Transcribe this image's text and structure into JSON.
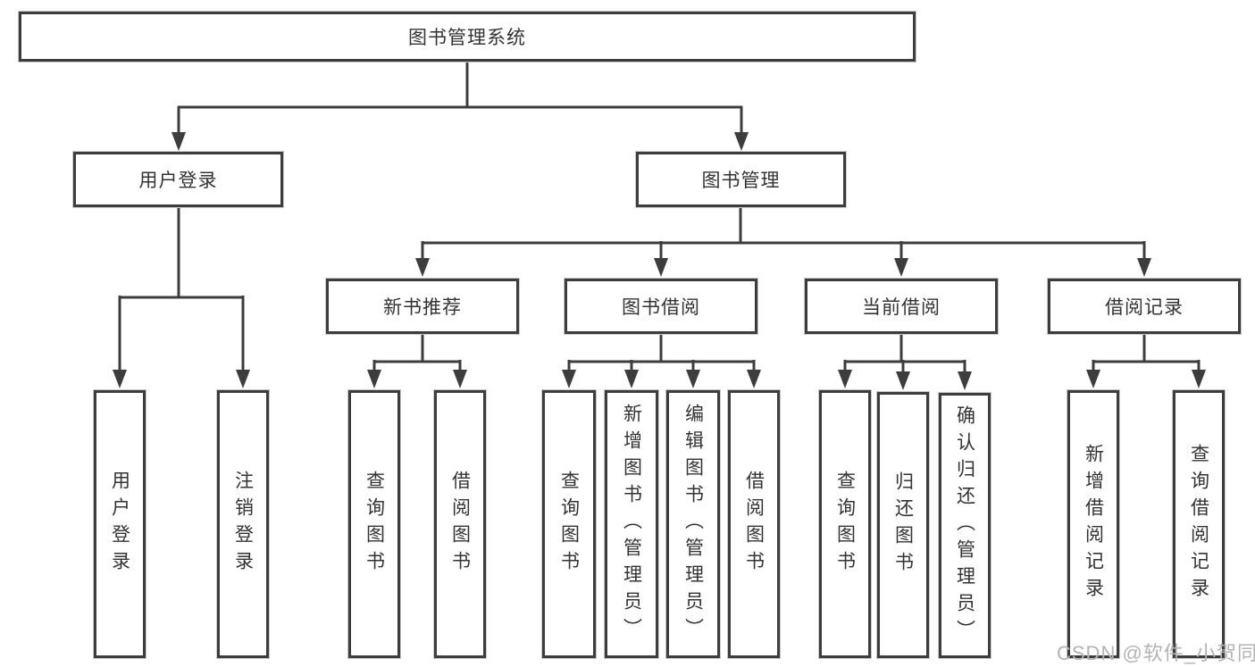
{
  "diagram_title": "图书管理系统",
  "tree": {
    "root": {
      "label": "图书管理系统"
    },
    "branches": [
      {
        "label": "用户登录",
        "children": [
          {
            "label": "用户登录"
          },
          {
            "label": "注销登录"
          }
        ]
      },
      {
        "label": "图书管理",
        "children": [
          {
            "label": "新书推荐",
            "children": [
              {
                "label": "查询图书"
              },
              {
                "label": "借阅图书"
              }
            ]
          },
          {
            "label": "图书借阅",
            "children": [
              {
                "label": "查询图书"
              },
              {
                "label": "新增图书（管理员）"
              },
              {
                "label": "编辑图书（管理员）"
              },
              {
                "label": "借阅图书"
              }
            ]
          },
          {
            "label": "当前借阅",
            "children": [
              {
                "label": "查询图书"
              },
              {
                "label": "归还图书"
              },
              {
                "label": "确认归还（管理员）"
              }
            ]
          },
          {
            "label": "借阅记录",
            "children": [
              {
                "label": "新增借阅记录"
              },
              {
                "label": "查询借阅记录"
              }
            ]
          }
        ]
      }
    ]
  },
  "watermark": {
    "text": "CSDN @软件_小贺同学"
  },
  "colors": {
    "line": "#3d3d3d",
    "text": "#333333",
    "box_fill": "#ffffff",
    "watermark": "#b3b3b3",
    "background": "#ffffff"
  }
}
